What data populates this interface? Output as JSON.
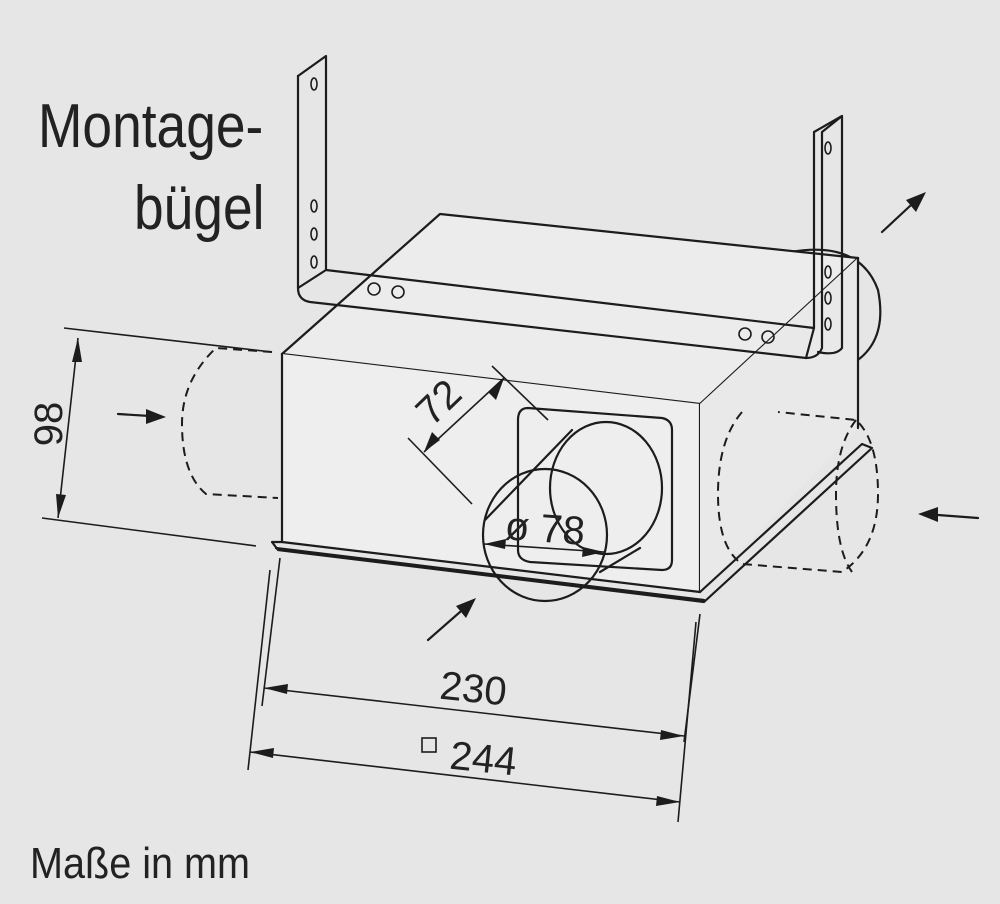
{
  "title_line1": "Montage-",
  "title_line2": "bügel",
  "units_note": "Maße in mm",
  "dimensions": {
    "height": "98",
    "outlet_offset": "72",
    "outlet_diameter": "ø 78",
    "width": "230",
    "plate_square": "244"
  },
  "colors": {
    "background": "#e6e6e6",
    "line": "#1c1c1c"
  }
}
